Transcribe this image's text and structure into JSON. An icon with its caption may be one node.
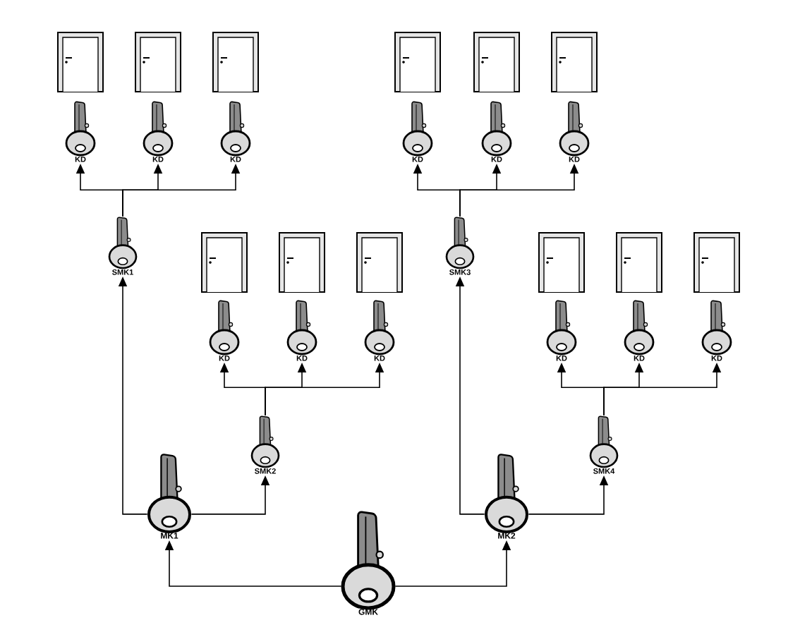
{
  "diagram": {
    "nodes": [
      {
        "text": [
          "KD"
        ]
      },
      {
        "text": [
          "KD"
        ]
      },
      {
        "text": [
          "KD"
        ]
      },
      {
        "text": [
          "KD"
        ]
      },
      {
        "text": [
          "KD"
        ]
      },
      {
        "text": [
          "KD"
        ]
      },
      {
        "text": [
          "SMK1"
        ]
      },
      {
        "text": [
          "SMK3"
        ]
      },
      {
        "text": [
          "KD"
        ]
      },
      {
        "text": [
          "KD"
        ]
      },
      {
        "text": [
          "KD"
        ]
      },
      {
        "text": [
          "KD"
        ]
      },
      {
        "text": [
          "KD"
        ]
      },
      {
        "text": [
          "KD"
        ]
      },
      {
        "text": [
          "SMK2"
        ]
      },
      {
        "text": [
          "SMK4"
        ]
      },
      {
        "text": [
          "MK1"
        ]
      },
      {
        "text": [
          "MK2"
        ]
      },
      {
        "text": [
          "GMK"
        ]
      }
    ],
    "edges": [
      {
        "from": 6,
        "to": 0,
        "arrow": "to"
      },
      {
        "from": 6,
        "to": 1,
        "arrow": "to"
      },
      {
        "from": 6,
        "to": 2,
        "arrow": "to"
      },
      {
        "from": 7,
        "to": 3,
        "arrow": "to"
      },
      {
        "from": 7,
        "to": 4,
        "arrow": "to"
      },
      {
        "from": 7,
        "to": 5,
        "arrow": "to"
      },
      {
        "from": 14,
        "to": 8,
        "arrow": "to"
      },
      {
        "from": 14,
        "to": 9,
        "arrow": "to"
      },
      {
        "from": 14,
        "to": 10,
        "arrow": "to"
      },
      {
        "from": 15,
        "to": 11,
        "arrow": "to"
      },
      {
        "from": 15,
        "to": 12,
        "arrow": "to"
      },
      {
        "from": 15,
        "to": 13,
        "arrow": "to"
      },
      {
        "from": 16,
        "to": 6,
        "arrow": "to"
      },
      {
        "from": 16,
        "to": 14,
        "arrow": "to"
      },
      {
        "from": 17,
        "to": 7,
        "arrow": "to"
      },
      {
        "from": 17,
        "to": 15,
        "arrow": "to"
      },
      {
        "from": 18,
        "to": 16,
        "arrow": "to"
      },
      {
        "from": 18,
        "to": 17,
        "arrow": "to"
      }
    ]
  }
}
